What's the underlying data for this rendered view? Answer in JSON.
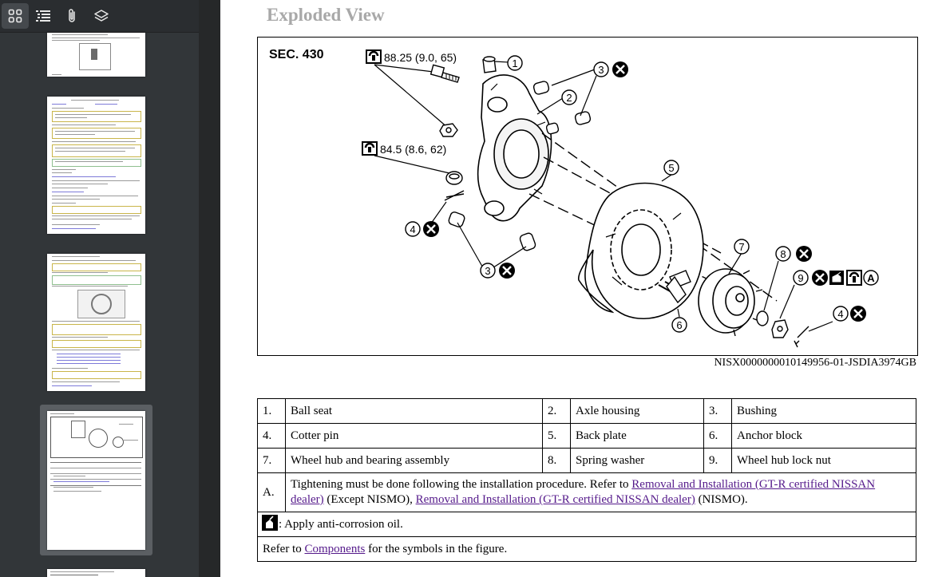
{
  "toolbar": {
    "buttons": [
      {
        "name": "thumbnails-view-button",
        "icon": "grid-icon",
        "active": true
      },
      {
        "name": "outline-view-button",
        "icon": "list-icon",
        "active": false
      },
      {
        "name": "attachments-view-button",
        "icon": "paperclip-icon",
        "active": false
      },
      {
        "name": "layers-view-button",
        "icon": "layers-icon",
        "active": false
      }
    ]
  },
  "document": {
    "title": "Exploded View",
    "figure": {
      "section": "SEC. 430",
      "torque_1": "88.25 (9.0, 65)",
      "torque_2": "84.5 (8.6, 62)",
      "callouts": [
        "1",
        "2",
        "3",
        "3",
        "4",
        "4",
        "5",
        "6",
        "7",
        "8",
        "9"
      ],
      "symbol_a": "A",
      "id": "NISX0000000010149956-01-JSDIA3974GB"
    },
    "legend": {
      "rows": [
        [
          {
            "n": "1.",
            "label": "Ball seat"
          },
          {
            "n": "2.",
            "label": "Axle housing"
          },
          {
            "n": "3.",
            "label": "Bushing"
          }
        ],
        [
          {
            "n": "4.",
            "label": "Cotter pin"
          },
          {
            "n": "5.",
            "label": "Back plate"
          },
          {
            "n": "6.",
            "label": "Anchor block"
          }
        ],
        [
          {
            "n": "7.",
            "label": "Wheel hub and bearing assembly"
          },
          {
            "n": "8.",
            "label": "Spring washer"
          },
          {
            "n": "9.",
            "label": "Wheel hub lock nut"
          }
        ]
      ],
      "note_a": {
        "label": "A.",
        "text_1": "Tightening must be done following the installation procedure. Refer to ",
        "link_1": "Removal and Installation (GT-R certified NISSAN dealer)",
        "text_2": " (Except NISMO), ",
        "link_2": "Removal and Installation (GT-R certified NISSAN dealer)",
        "text_3": " (NISMO)."
      },
      "oil_note": ": Apply anti-corrosion oil.",
      "refer": {
        "text_1": "Refer to ",
        "link": "Components",
        "text_2": " for the symbols in the figure."
      }
    }
  },
  "colors": {
    "sidebar_bg": "#323639",
    "toolbar_bg": "#2a2d30",
    "link": "#551a8b",
    "title": "#a8a8a8"
  }
}
